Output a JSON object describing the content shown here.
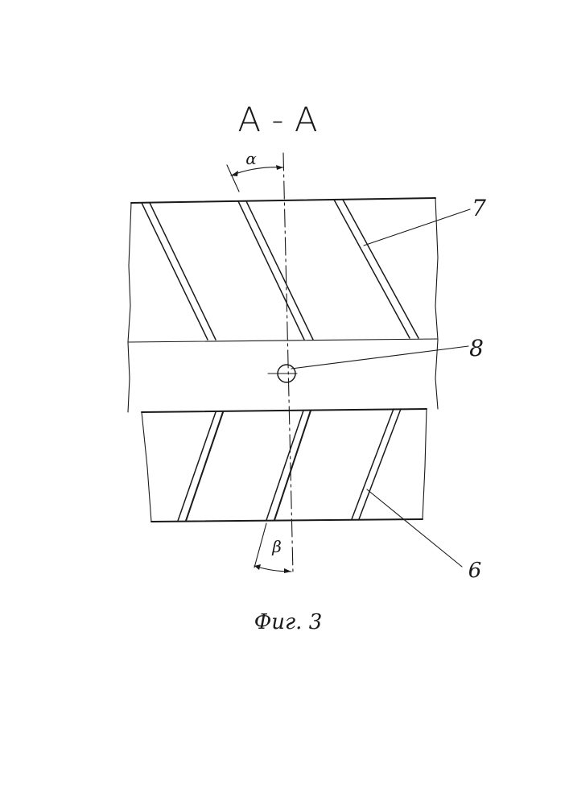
{
  "section_label": "A - A",
  "angle_top": "α",
  "angle_bottom": "β",
  "callouts": {
    "top_groove": "7",
    "hole": "8",
    "bottom_groove": "6"
  },
  "caption": "Фиг. 3"
}
